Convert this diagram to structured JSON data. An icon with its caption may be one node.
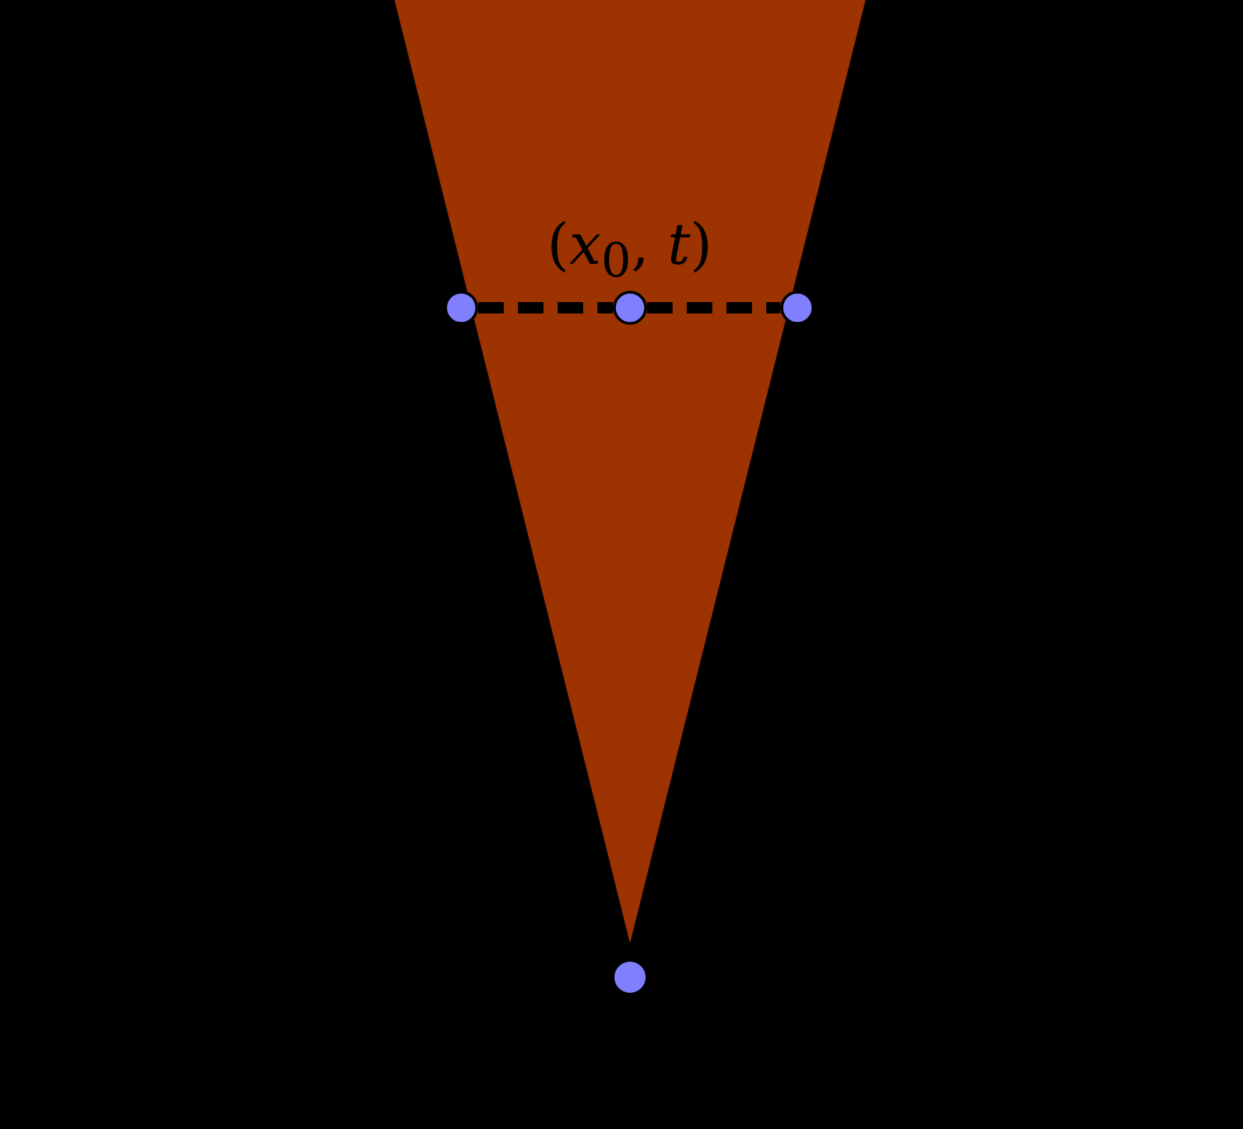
{
  "diagram": {
    "nodes": [
      {
        "text": [],
        "shape": "circle"
      },
      {
        "text": [],
        "shape": "circle",
        "beside": [
          "(*x*$_{0}$, *t*)"
        ]
      },
      {
        "text": [],
        "shape": "circle"
      },
      {
        "text": [],
        "shape": "circle"
      }
    ],
    "edges": [
      {
        "from": 0,
        "to": 1,
        "arrow": "none",
        "style": "dashed"
      },
      {
        "from": 1,
        "to": 2,
        "arrow": "none",
        "style": "dashed"
      }
    ]
  }
}
